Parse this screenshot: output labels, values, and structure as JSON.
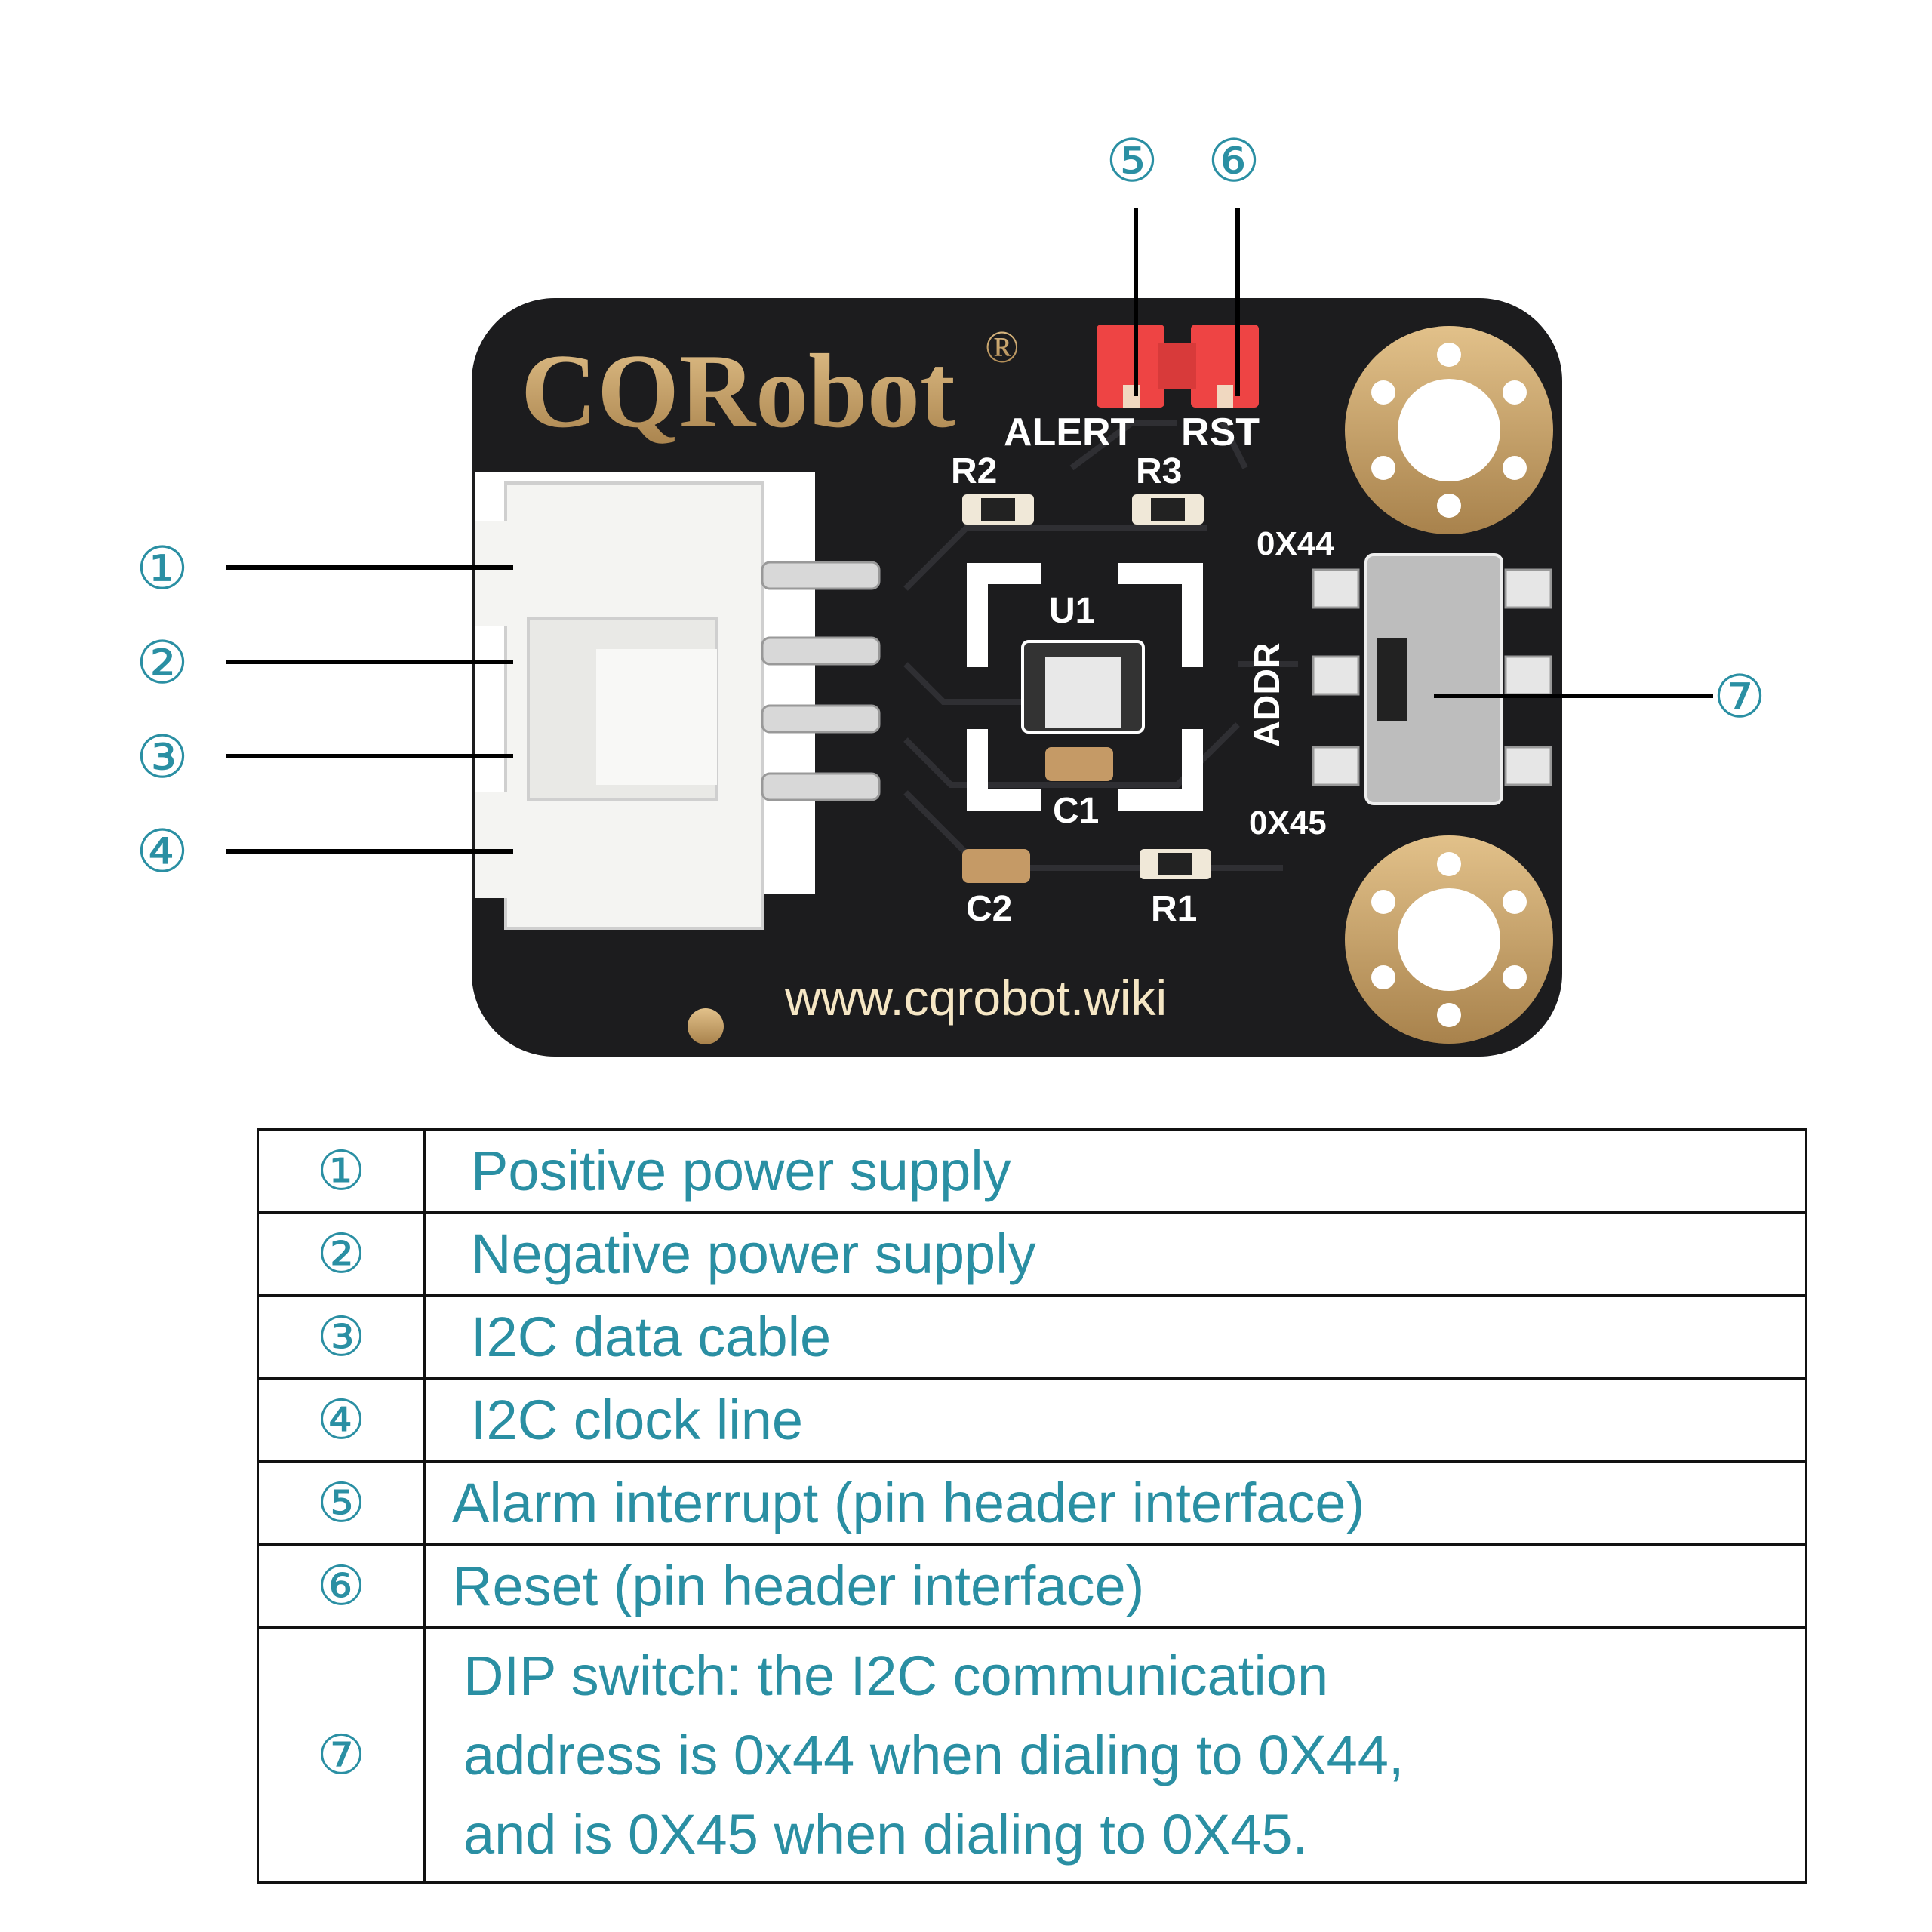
{
  "board": {
    "brand": "CQRobot",
    "registered": "®",
    "website": "www.cqrobot.wiki",
    "silkscreen": {
      "alert": "ALERT",
      "rst": "RST",
      "r1": "R1",
      "r2": "R2",
      "r3": "R3",
      "c1": "C1",
      "c2": "C2",
      "u1": "U1",
      "addr": "ADDR",
      "addr_high": "0X44",
      "addr_low": "0X45"
    },
    "colors": {
      "pcb": "#1c1c1e",
      "gold": "#c9a46a",
      "connector": "#f4f4f2",
      "jumper": "#ee4444",
      "accent": "#2a8fa3"
    }
  },
  "callouts": [
    "①",
    "②",
    "③",
    "④",
    "⑤",
    "⑥",
    "⑦"
  ],
  "legend": [
    {
      "num": "①",
      "text": "Positive power supply"
    },
    {
      "num": "②",
      "text": "Negative power supply"
    },
    {
      "num": "③",
      "text": "I2C data cable"
    },
    {
      "num": "④",
      "text": "I2C clock line"
    },
    {
      "num": "⑤",
      "text": "Alarm interrupt (pin header interface)"
    },
    {
      "num": "⑥",
      "text": "Reset (pin header interface)"
    },
    {
      "num": "⑦",
      "lines": [
        "DIP switch:  the I2C communication",
        "address is 0x44 when dialing to 0X44,",
        "and is 0X45 when dialing to 0X45."
      ]
    }
  ]
}
